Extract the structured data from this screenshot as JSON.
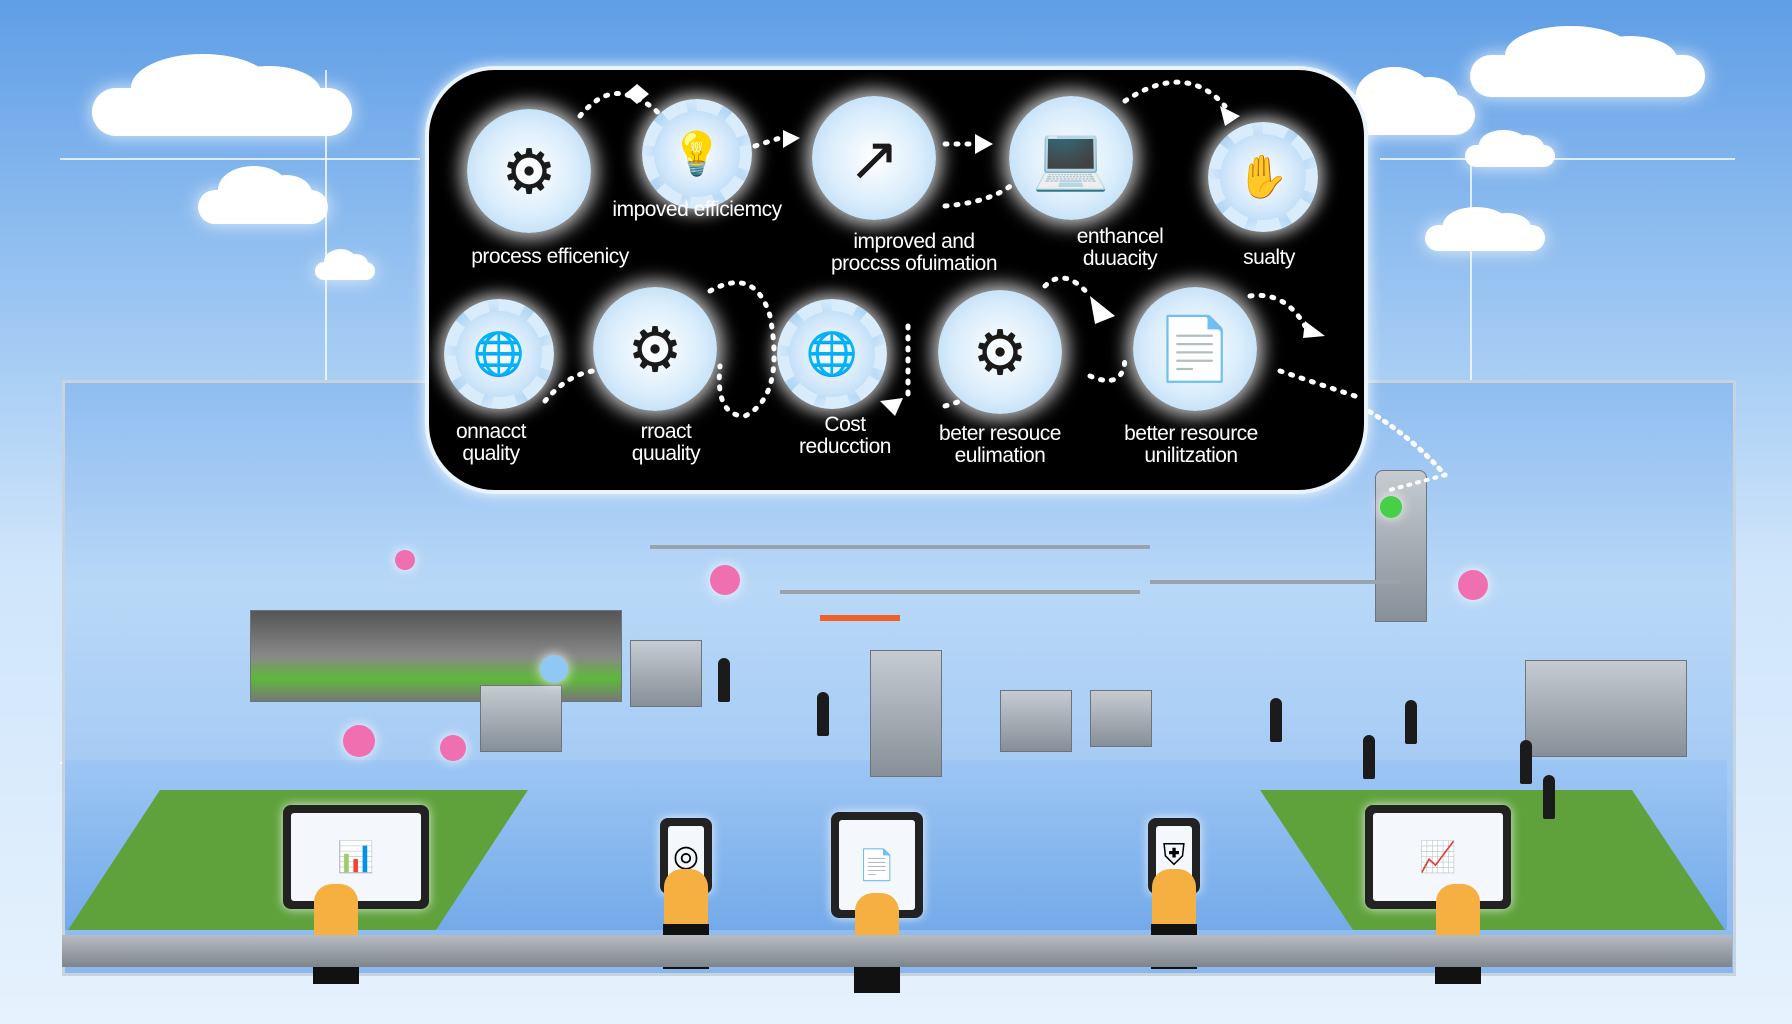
{
  "diagram": {
    "top_row": [
      {
        "label_lines": [
          "process efficenicy"
        ],
        "icon": "gears-icon"
      },
      {
        "label_lines": [
          "impoved efficiemcy"
        ],
        "icon": "lightbulb-icon"
      },
      {
        "label_lines": [
          "improved and",
          "proccss ofuimation"
        ],
        "icon": "trend-chart-icon"
      },
      {
        "label_lines": [
          "enthancel",
          "duuacity"
        ],
        "icon": "laptop-icon"
      },
      {
        "label_lines": [
          "sualty"
        ],
        "icon": "gear-figure-icon"
      }
    ],
    "bottom_row": [
      {
        "label_lines": [
          "onnacct",
          "quality"
        ],
        "icon": "globe-gear-icon"
      },
      {
        "label_lines": [
          "rroact",
          "quuality"
        ],
        "icon": "gears-icon"
      },
      {
        "label_lines": [
          "Cost",
          "reducction"
        ],
        "icon": "globe-gear-icon"
      },
      {
        "label_lines": [
          "beter resouce",
          "eulimation"
        ],
        "icon": "gears-icon"
      },
      {
        "label_lines": [
          "better resource",
          "unilitzation"
        ],
        "icon": "document-icon"
      }
    ]
  },
  "colors": {
    "panel": "#000000",
    "sky": "#5f9ee6",
    "grass": "#5fa23c",
    "hand": "#f5b041",
    "accent_pink": "#f06fb0",
    "accent_green": "#46d046"
  },
  "devices": [
    {
      "type": "tablet",
      "icon": "bar-chart-icon"
    },
    {
      "type": "phone",
      "icon": "fingerprint-icon"
    },
    {
      "type": "tablet",
      "icon": "document-icon"
    },
    {
      "type": "phone",
      "icon": "shield-icon"
    },
    {
      "type": "tablet",
      "icon": "line-chart-icon"
    }
  ]
}
